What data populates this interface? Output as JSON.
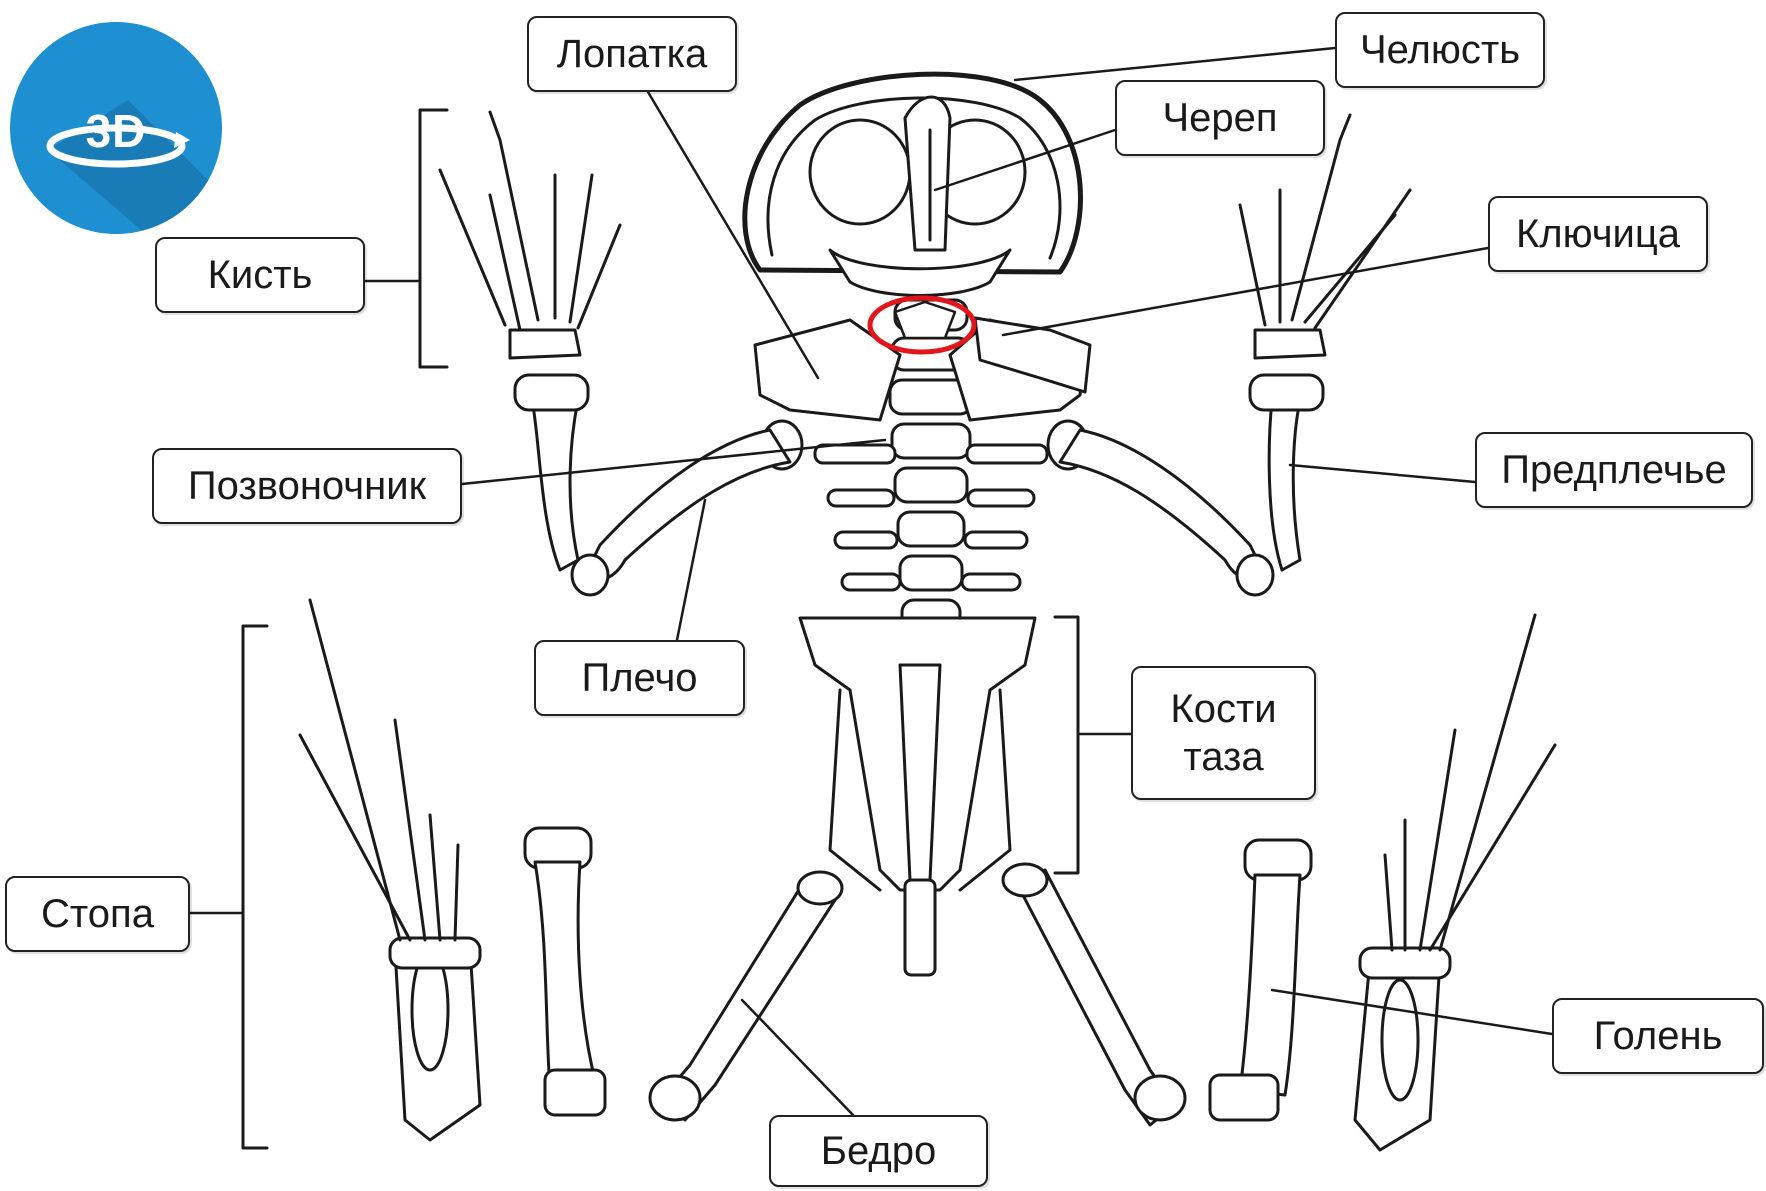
{
  "badge": {
    "text": "3D",
    "icon": "3d-rotate-icon",
    "color": "#1e8fd0"
  },
  "highlight_color": "#e0161b",
  "labels": {
    "lopatka": "Лопатка",
    "chelyust": "Челюсть",
    "cherep": "Череп",
    "klyuchitsa": "Ключица",
    "kist": "Кисть",
    "pozvonochnik": "Позвоночник",
    "predplechye": "Предплечье",
    "plecho": "Плечо",
    "kosti_taza": "Кости\nтаза",
    "stopa": "Стопа",
    "golen": "Голень",
    "bedro": "Бедро"
  }
}
